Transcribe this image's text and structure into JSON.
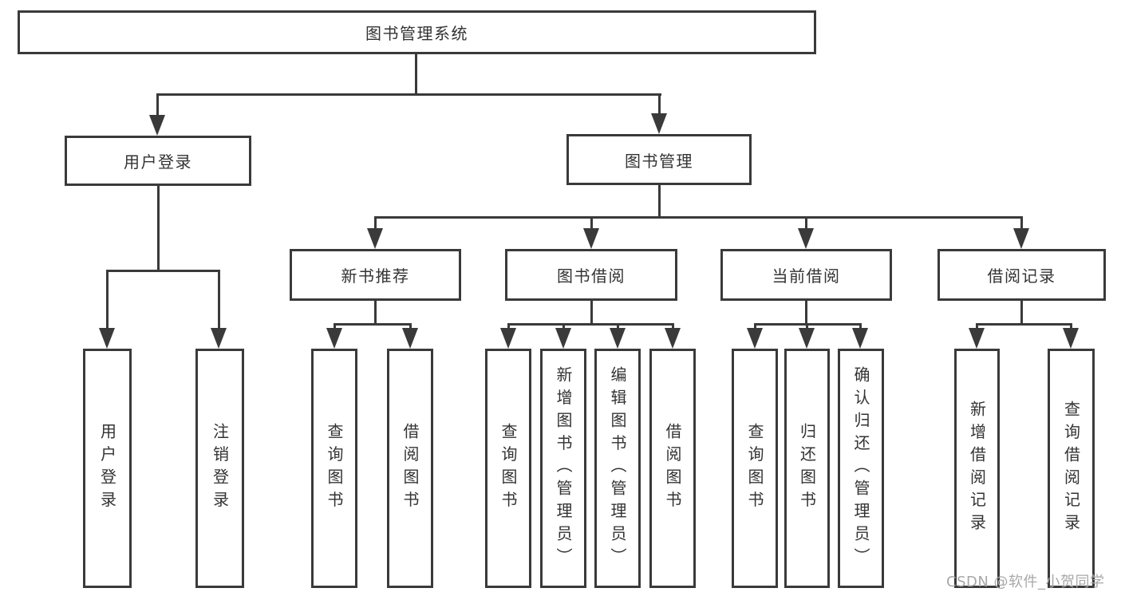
{
  "diagram_title": "图书管理系统",
  "nodes": {
    "root": {
      "label": "图书管理系统"
    },
    "user_login": {
      "label": "用户登录"
    },
    "book_mgmt": {
      "label": "图书管理"
    },
    "new_book_rec": {
      "label": "新书推荐"
    },
    "book_borrow": {
      "label": "图书借阅"
    },
    "current_borrow": {
      "label": "当前借阅"
    },
    "borrow_records": {
      "label": "借阅记录"
    },
    "leaf_user_login": {
      "label": "用户登录"
    },
    "leaf_logout": {
      "label": "注销登录"
    },
    "leaf_rec_query_books": {
      "label": "查询图书"
    },
    "leaf_rec_borrow_books": {
      "label": "借阅图书"
    },
    "leaf_bor_query_books": {
      "label": "查询图书"
    },
    "leaf_bor_add_books": {
      "label": "新增图书（管理员）"
    },
    "leaf_bor_edit_books": {
      "label": "编辑图书（管理员）"
    },
    "leaf_bor_borrow_books": {
      "label": "借阅图书"
    },
    "leaf_cur_query_books": {
      "label": "查询图书"
    },
    "leaf_cur_return_books": {
      "label": "归还图书"
    },
    "leaf_cur_confirm_return": {
      "label": "确认归还（管理员）"
    },
    "leaf_brec_add_record": {
      "label": "新增借阅记录"
    },
    "leaf_brec_query_record": {
      "label": "查询借阅记录"
    }
  },
  "hierarchy": {
    "图书管理系统": {
      "用户登录": [
        "用户登录",
        "注销登录"
      ],
      "图书管理": {
        "新书推荐": [
          "查询图书",
          "借阅图书"
        ],
        "图书借阅": [
          "查询图书",
          "新增图书（管理员）",
          "编辑图书（管理员）",
          "借阅图书"
        ],
        "当前借阅": [
          "查询图书",
          "归还图书",
          "确认归还（管理员）"
        ],
        "借阅记录": [
          "新增借阅记录",
          "查询借阅记录"
        ]
      }
    }
  },
  "watermark": "CSDN @软件_小贺同学",
  "colors": {
    "line": "#3a3a3a",
    "text": "#333333",
    "watermark": "#a8a8a8",
    "bg": "#ffffff"
  }
}
